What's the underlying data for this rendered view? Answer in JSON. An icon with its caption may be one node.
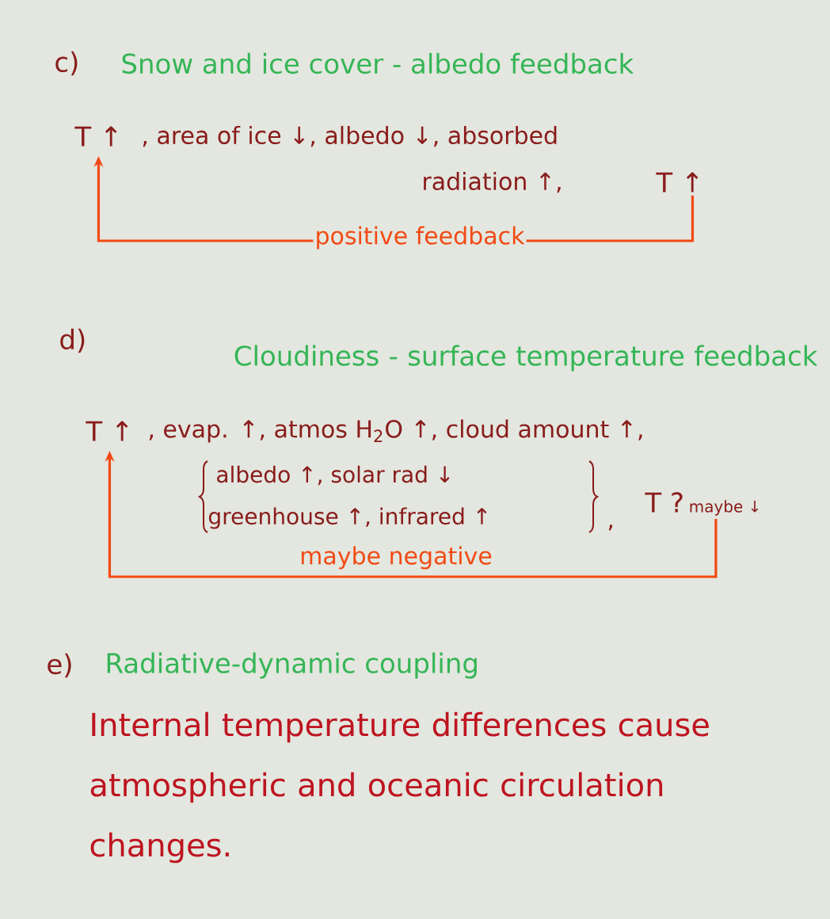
{
  "diagram": {
    "nodes": [
      {
        "text": [
          "T ↑"
        ]
      },
      {
        "text": [
          "T ↑"
        ]
      },
      {
        "text": [
          "T ↑"
        ]
      },
      {
        "text": [
          "T ?",
          "maybe ↓"
        ]
      }
    ],
    "edges": [
      {
        "from": 1,
        "to": 0,
        "arrow": "to",
        "label": "positive feedback"
      },
      {
        "from": 3,
        "to": 2,
        "arrow": "to",
        "label": "maybe negative"
      }
    ],
    "labels": [
      "c)",
      "Snow and ice cover - albedo feedback",
      ", area of ice ↓, albedo ↓, absorbed",
      "radiation ↑,",
      "d)",
      "Cloudiness - surface temperature feedback",
      ", evap. ↑, atmos H$_{2}$O ↑, cloud amount ↑,",
      "albedo ↑, solar rad ↓",
      "greenhouse ↑, infrared ↑",
      ",",
      "e)",
      "Radiative-dynamic coupling",
      "Internal temperature differences cause atmospheric and oceanic circulation changes."
    ]
  }
}
